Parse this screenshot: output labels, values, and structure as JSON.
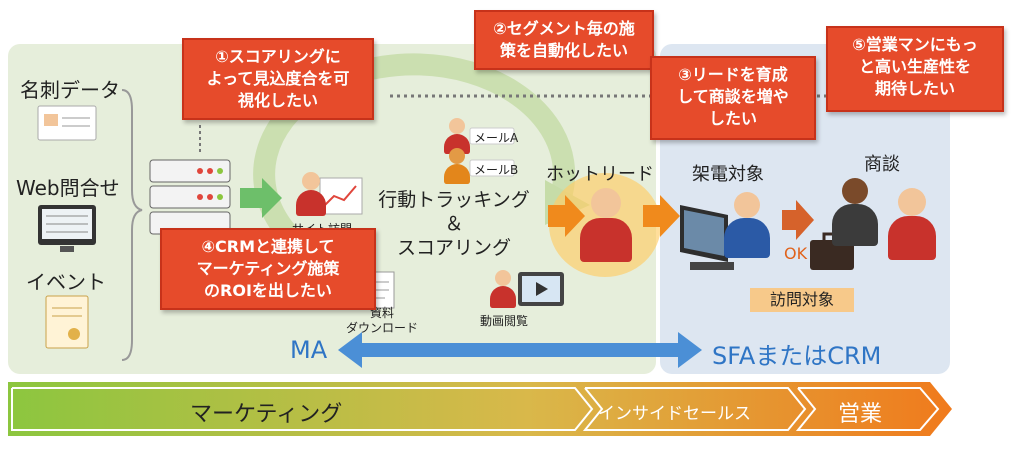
{
  "sources": {
    "business_card": "名刺データ",
    "web_inquiry": "Web問合せ",
    "event": "イベント"
  },
  "bubbles": {
    "b1": "①スコアリングに\nよって見込度合を可\n視化したい",
    "b2": "②セグメント毎の施\n策を自動化したい",
    "b3": "③リードを育成\nして商談を増や\nしたい",
    "b4": "④CRMと連携して\nマーケティング施策\nのROIを出したい",
    "b5": "⑤営業マンにもっ\nと高い生産性を\n期待したい"
  },
  "labels": {
    "mail_a": "メールA",
    "mail_b": "メールB",
    "site_view": "サイト訪問",
    "tracking": "行動トラッキング\n＆\nスコアリング",
    "video": "動画閲覧",
    "material": "資料\nダウンロード",
    "hot_lead": "ホットリード",
    "call_target": "架電対象",
    "deal": "商談",
    "ok": "OK",
    "visit_target": "訪問対象",
    "ma": "MA",
    "sfa_crm": "SFAまたはCRM"
  },
  "bottom_bar": {
    "marketing": "マーケティング",
    "inside_sales": "インサイドセールス",
    "sales": "営業"
  },
  "colors": {
    "bubble": "#e64b2b",
    "ma_bg": "#e6eedb",
    "sfa_bg": "#dde6f1",
    "arrow_blue": "#4b8fd6",
    "arrow_orange": "#f08a1c",
    "bar_green": "#8cc63f",
    "bar_orange": "#f07a1c"
  },
  "icons": [
    "business-card-icon",
    "monitor-form-icon",
    "certificate-icon",
    "server-icon",
    "person-icon",
    "computer-icon",
    "briefcase-icon",
    "video-icon",
    "document-icon"
  ]
}
